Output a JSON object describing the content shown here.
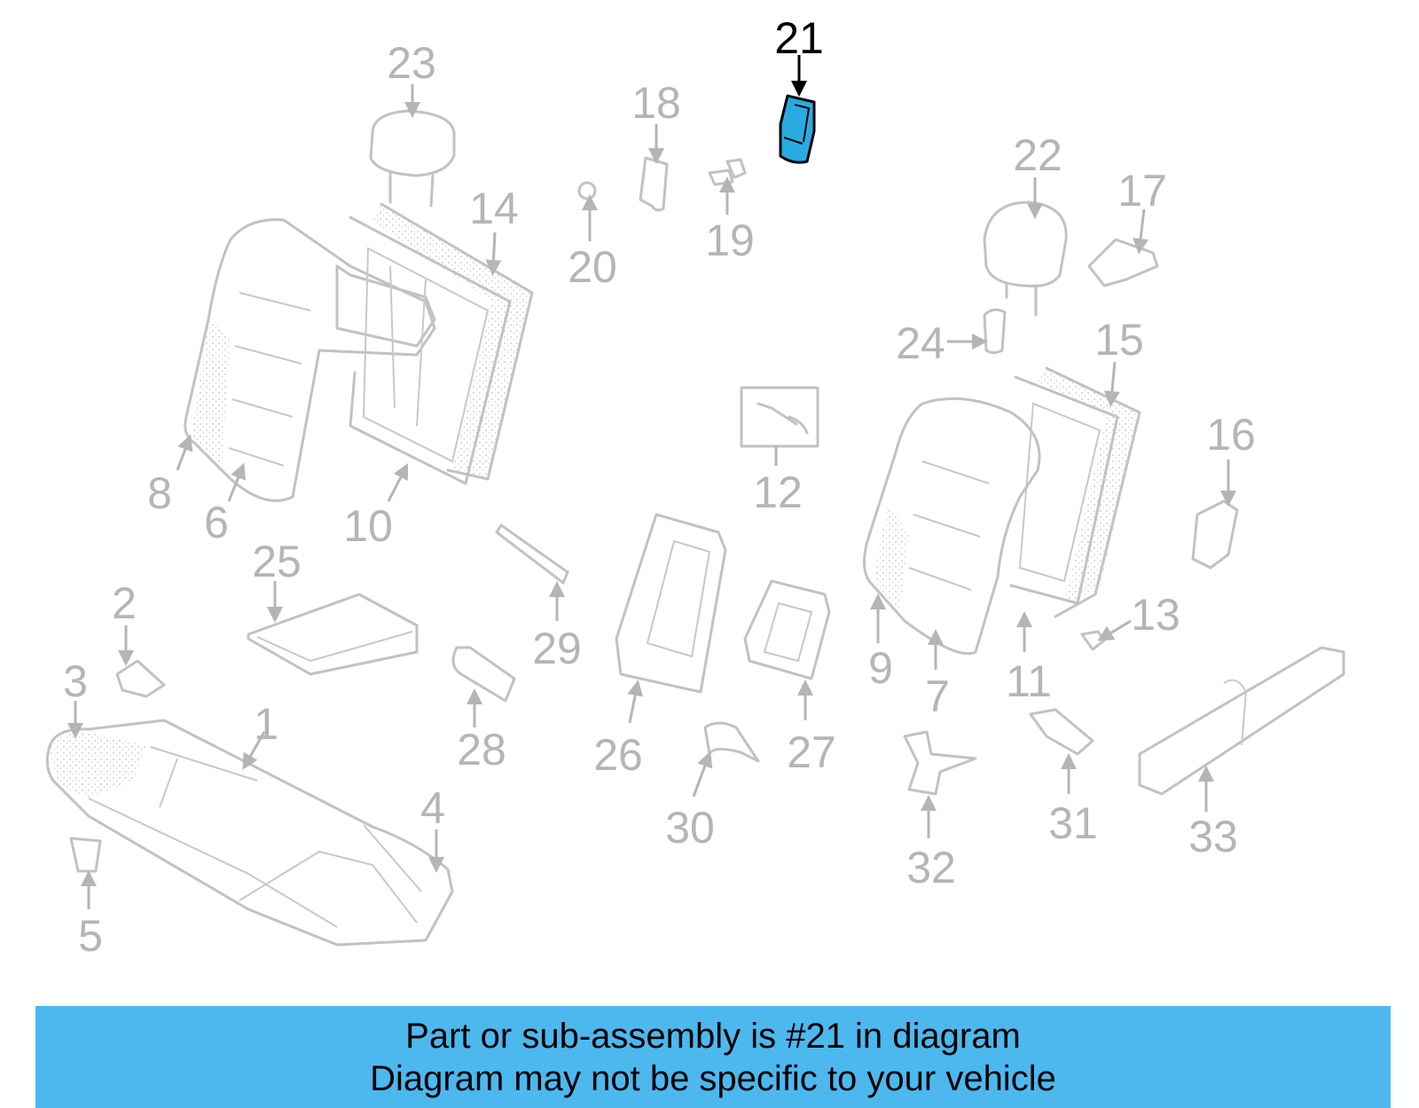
{
  "diagram": {
    "highlighted_part": "21",
    "highlight_color": "#29abe2",
    "muted_color": "#b5b5b5",
    "callouts": [
      "1",
      "2",
      "3",
      "4",
      "5",
      "6",
      "7",
      "8",
      "9",
      "10",
      "11",
      "12",
      "13",
      "14",
      "15",
      "16",
      "17",
      "18",
      "19",
      "20",
      "21",
      "22",
      "23",
      "24",
      "25",
      "26",
      "27",
      "28",
      "29",
      "30",
      "31",
      "32",
      "33"
    ]
  },
  "footer": {
    "line1": "Part or sub-assembly is #21 in diagram",
    "line2": "Diagram may not be specific to your vehicle",
    "background": "#4cb8ee"
  }
}
